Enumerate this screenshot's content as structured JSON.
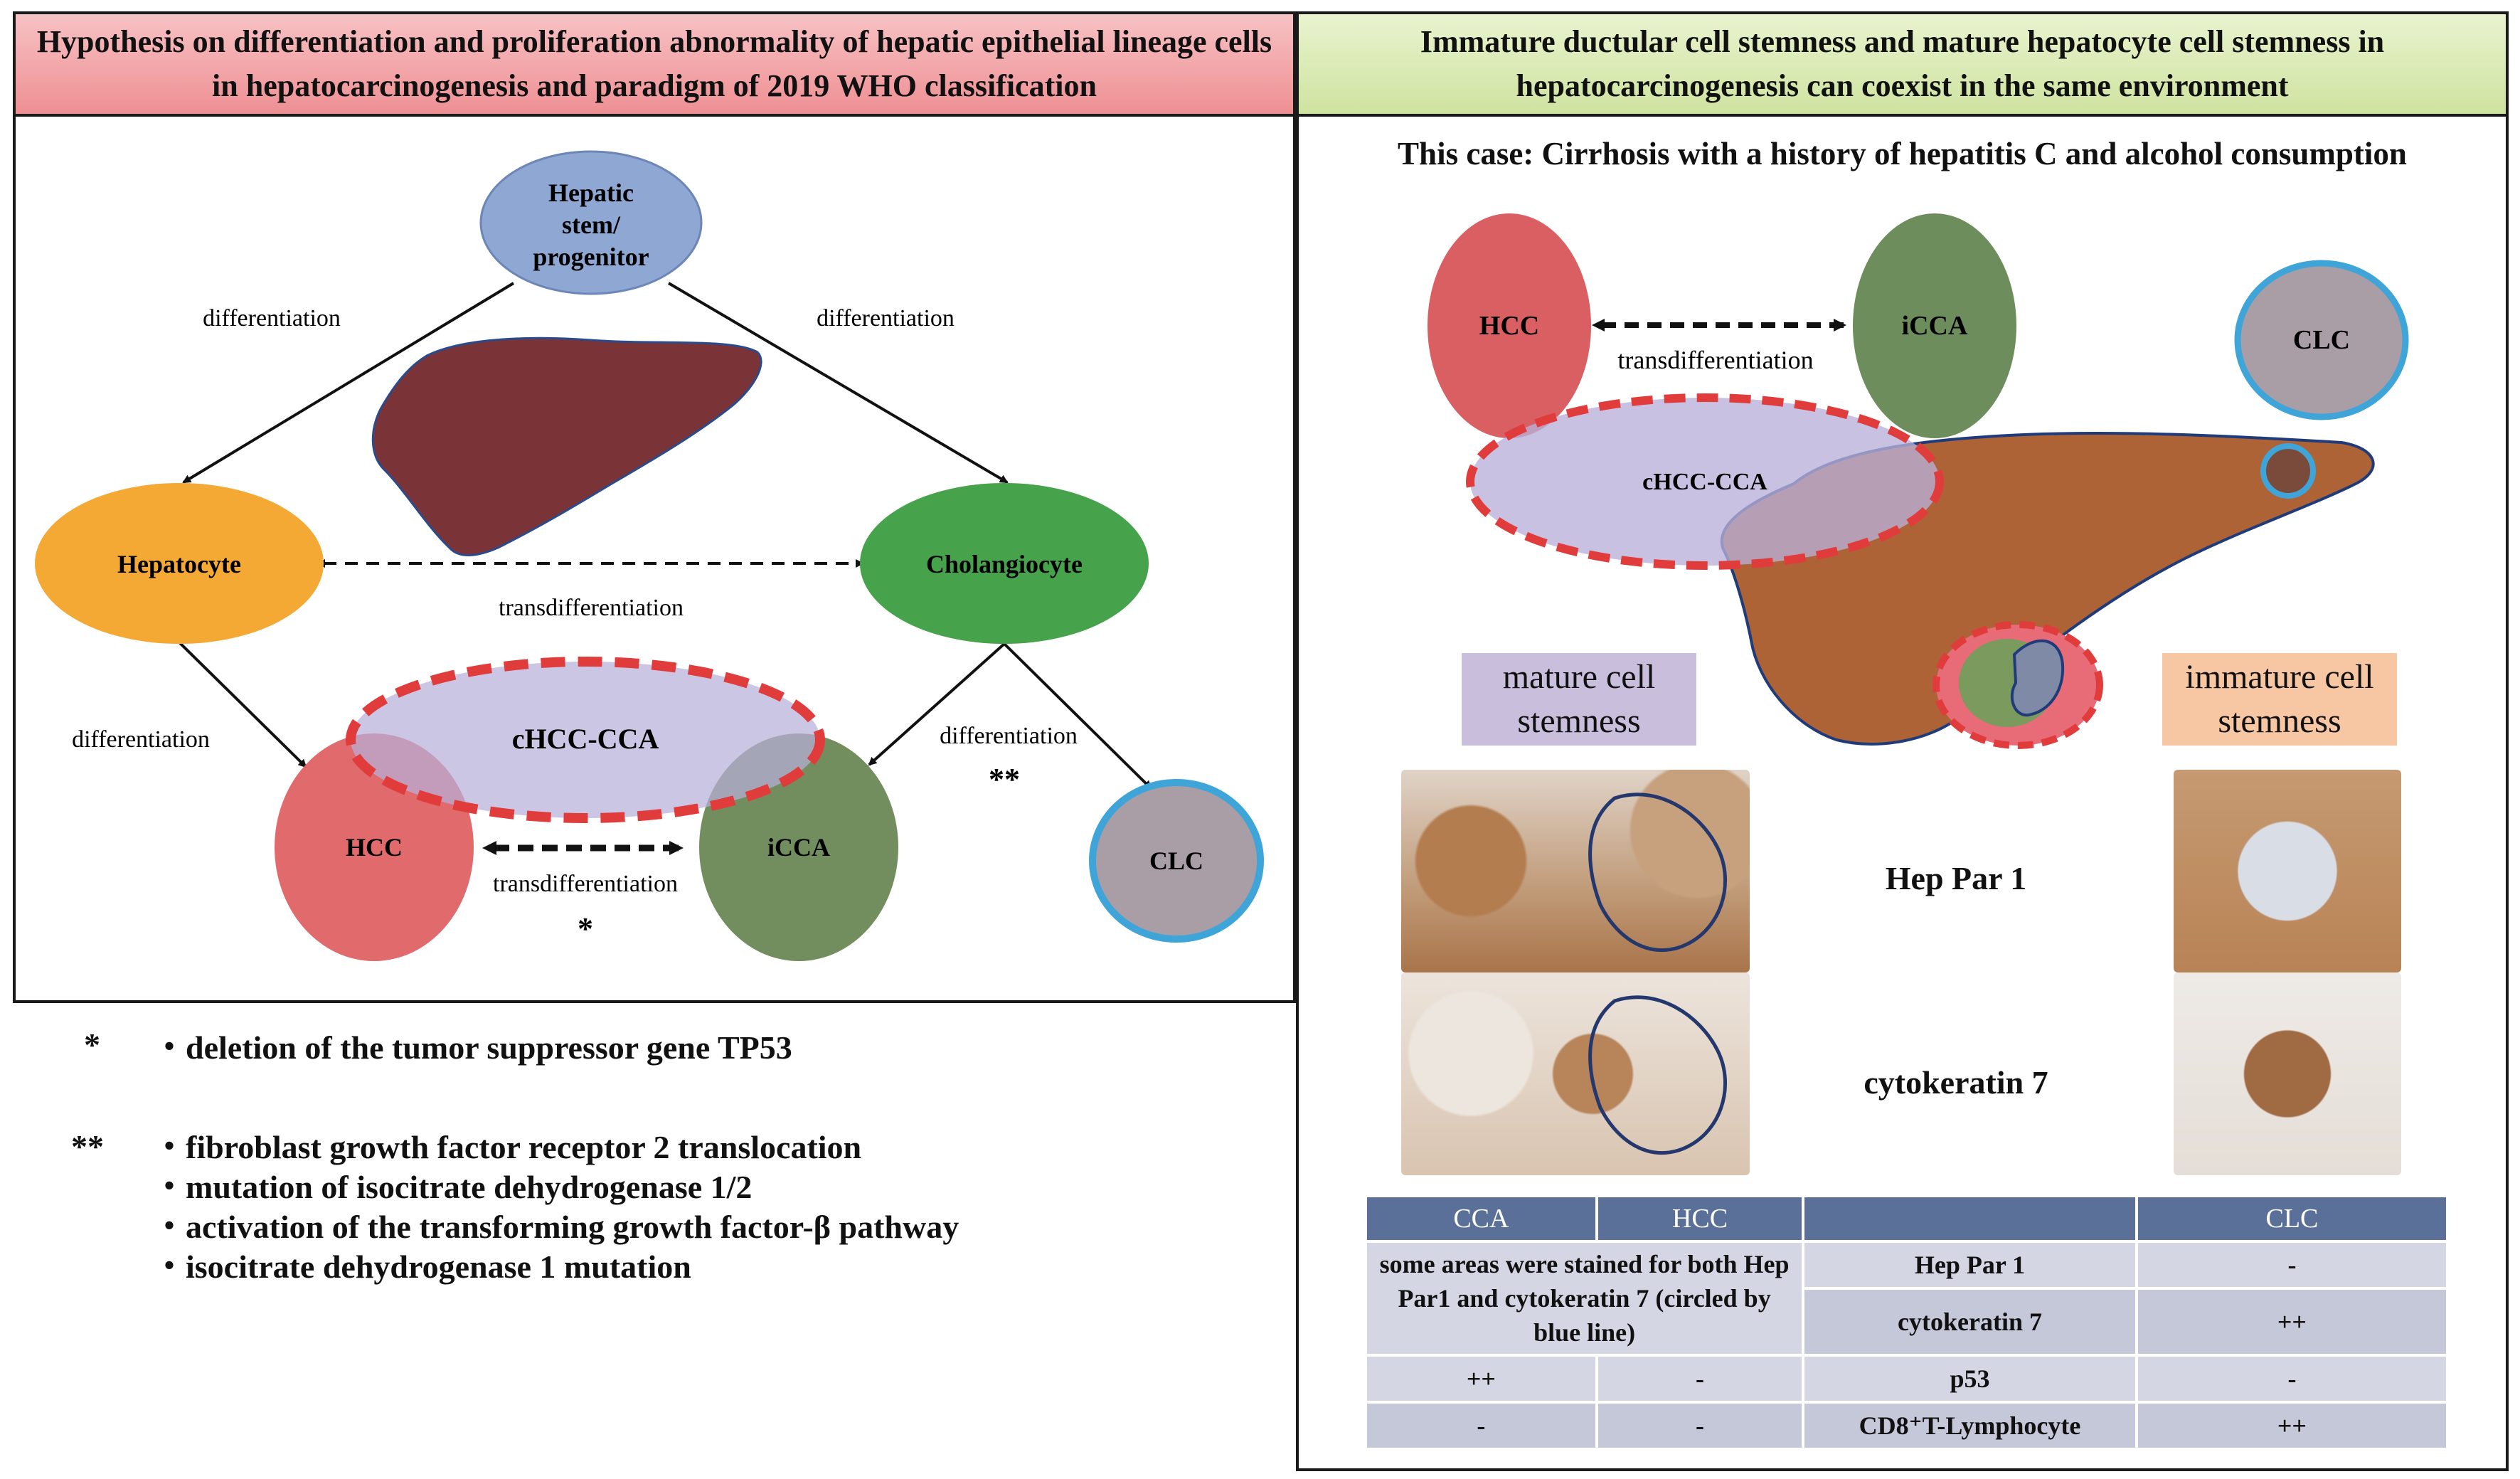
{
  "left_panel": {
    "title": "Hypothesis on differentiation and proliferation abnormality of hepatic epithelial lineage cells in hepatocarcinogenesis and paradigm of 2019 WHO classification",
    "nodes": {
      "stem_line1": "Hepatic",
      "stem_line2": "stem/",
      "stem_line3": "progenitor",
      "hepatocyte": "Hepatocyte",
      "cholangiocyte": "Cholangiocyte",
      "chcc_cca": "cHCC-CCA",
      "hcc": "HCC",
      "icca": "iCCA",
      "clc": "CLC"
    },
    "edge_labels": {
      "diff_left_top": "differentiation",
      "diff_right_top": "differentiation",
      "transdiff_middle": "transdifferentiation",
      "diff_left_bottom": "differentiation",
      "diff_right_bottom": "differentiation",
      "transdiff_bottom": "transdifferentiation",
      "single_star": "*",
      "double_star": "**"
    }
  },
  "notes": {
    "single_mark": "*",
    "single_items": [
      "・deletion of the tumor suppressor gene TP53"
    ],
    "double_mark": "**",
    "double_items": [
      "・fibroblast growth factor receptor 2 translocation",
      "・mutation of isocitrate dehydrogenase 1/2",
      "・activation of the transforming growth factor-β pathway",
      "・isocitrate dehydrogenase 1 mutation"
    ]
  },
  "right_panel": {
    "title": "Immature ductular cell stemness and mature hepatocyte cell stemness in hepatocarcinogenesis can coexist in the same environment",
    "case_title": "This case: Cirrhosis with a history of hepatitis C and alcohol consumption",
    "nodes": {
      "hcc": "HCC",
      "icca": "iCCA",
      "clc": "CLC",
      "chcc_cca": "cHCC-CCA",
      "transdiff": "transdifferentiation"
    },
    "mature_label": "mature cell stemness",
    "immature_label": "immature cell stemness",
    "stain_1": "Hep Par 1",
    "stain_2": "cytokeratin 7",
    "colors": {
      "mature_bg": "#c9bfdc",
      "immature_bg": "#f7c6a3"
    }
  },
  "table": {
    "headers": [
      "CCA",
      "HCC",
      "",
      "CLC"
    ],
    "rows": [
      {
        "cca_hcc": "some areas were stained for both Hep Par1 and cytokeratin 7 (circled by blue line)",
        "marker_1": "Hep Par 1",
        "clc_1": "-",
        "marker_2": "cytokeratin 7",
        "clc_2": "++"
      },
      {
        "cca": "++",
        "hcc": "-",
        "marker": "p53",
        "clc": "-"
      },
      {
        "cca": "-",
        "hcc": "-",
        "marker": "CD8⁺T-Lymphocyte",
        "clc": "++"
      }
    ]
  }
}
